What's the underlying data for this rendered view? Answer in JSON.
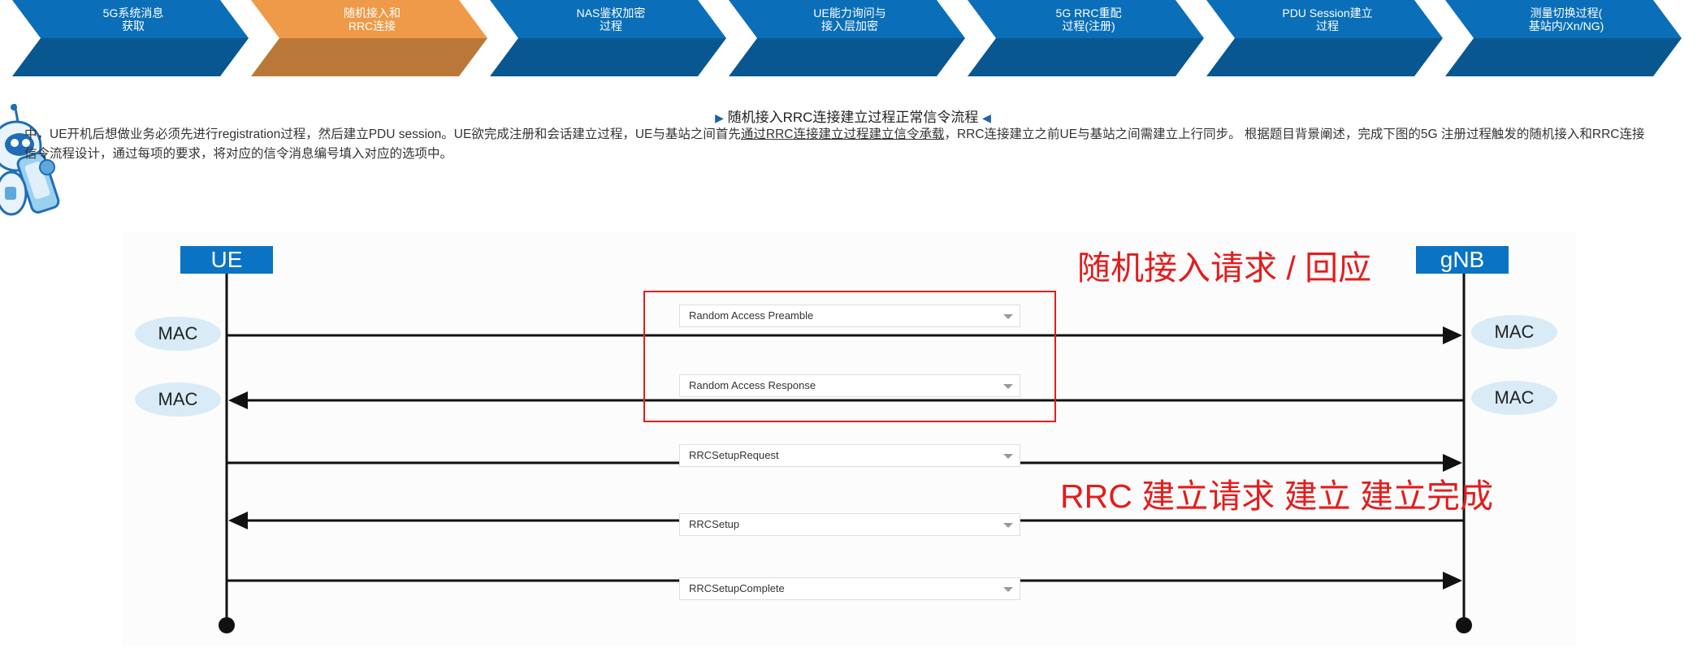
{
  "process_steps": [
    {
      "label": "5G系统消息\n获取",
      "color": "#0a6fb8"
    },
    {
      "label": "随机接入和\nRRC连接",
      "color": "#ee9a48",
      "active": true
    },
    {
      "label": "NAS鉴权加密\n过程",
      "color": "#0a6fb8"
    },
    {
      "label": "UE能力询问与\n接入层加密",
      "color": "#0a6fb8"
    },
    {
      "label": "5G RRC重配\n过程(注册)",
      "color": "#0a6fb8"
    },
    {
      "label": "PDU Session建立\n过程",
      "color": "#0a6fb8"
    },
    {
      "label": "测量切换过程(\n基站内/Xn/NG)",
      "color": "#0a6fb8"
    }
  ],
  "section": {
    "title": "随机接入RRC连接建立过程正常信令流程"
  },
  "description": {
    "part1": "中，UE开机后想做业务必须先进行registration过程，然后建立PDU session。UE欲完成注册和会话建立过程，UE与基站之间首先",
    "underlined": "通过RRC连接建立过程建立信令承载",
    "part2": "，RRC连接建立之前UE与基站之间需建立上行同步。 根据题目背景阐述，完成下图的5G 注册过程触发的随机接入和RRC连接",
    "line2": "信令流程设计，通过每项的要求，将对应的信令消息编号填入对应的选项中。"
  },
  "diagram": {
    "left_node": "UE",
    "right_node": "gNB",
    "layer_label": "MAC",
    "messages": [
      {
        "text": "Random Access Preamble",
        "direction": "right"
      },
      {
        "text": "Random Access Response",
        "direction": "left"
      },
      {
        "text": "RRCSetupRequest",
        "direction": "right"
      },
      {
        "text": "RRCSetup",
        "direction": "left"
      },
      {
        "text": "RRCSetupComplete",
        "direction": "right"
      }
    ],
    "annotation_random_access": "随机接入请求 / 回应",
    "annotation_rrc": "RRC 建立请求 建立 建立完成",
    "annotation_color": "#e21d1d",
    "node_color": "#0a73c4"
  }
}
